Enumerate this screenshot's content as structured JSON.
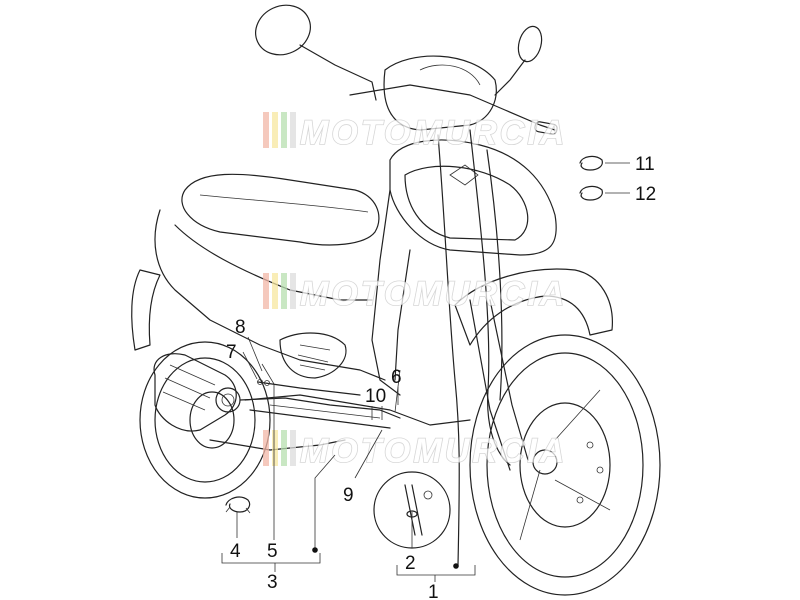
{
  "watermark": {
    "text": "MOTOMURCIA"
  },
  "callouts": [
    {
      "id": "1",
      "label": "1"
    },
    {
      "id": "2",
      "label": "2"
    },
    {
      "id": "3",
      "label": "3"
    },
    {
      "id": "4",
      "label": "4"
    },
    {
      "id": "5",
      "label": "5"
    },
    {
      "id": "6",
      "label": "6"
    },
    {
      "id": "7",
      "label": "7"
    },
    {
      "id": "8",
      "label": "8"
    },
    {
      "id": "9",
      "label": "9"
    },
    {
      "id": "10",
      "label": "10"
    },
    {
      "id": "11",
      "label": "11"
    },
    {
      "id": "12",
      "label": "12"
    }
  ]
}
